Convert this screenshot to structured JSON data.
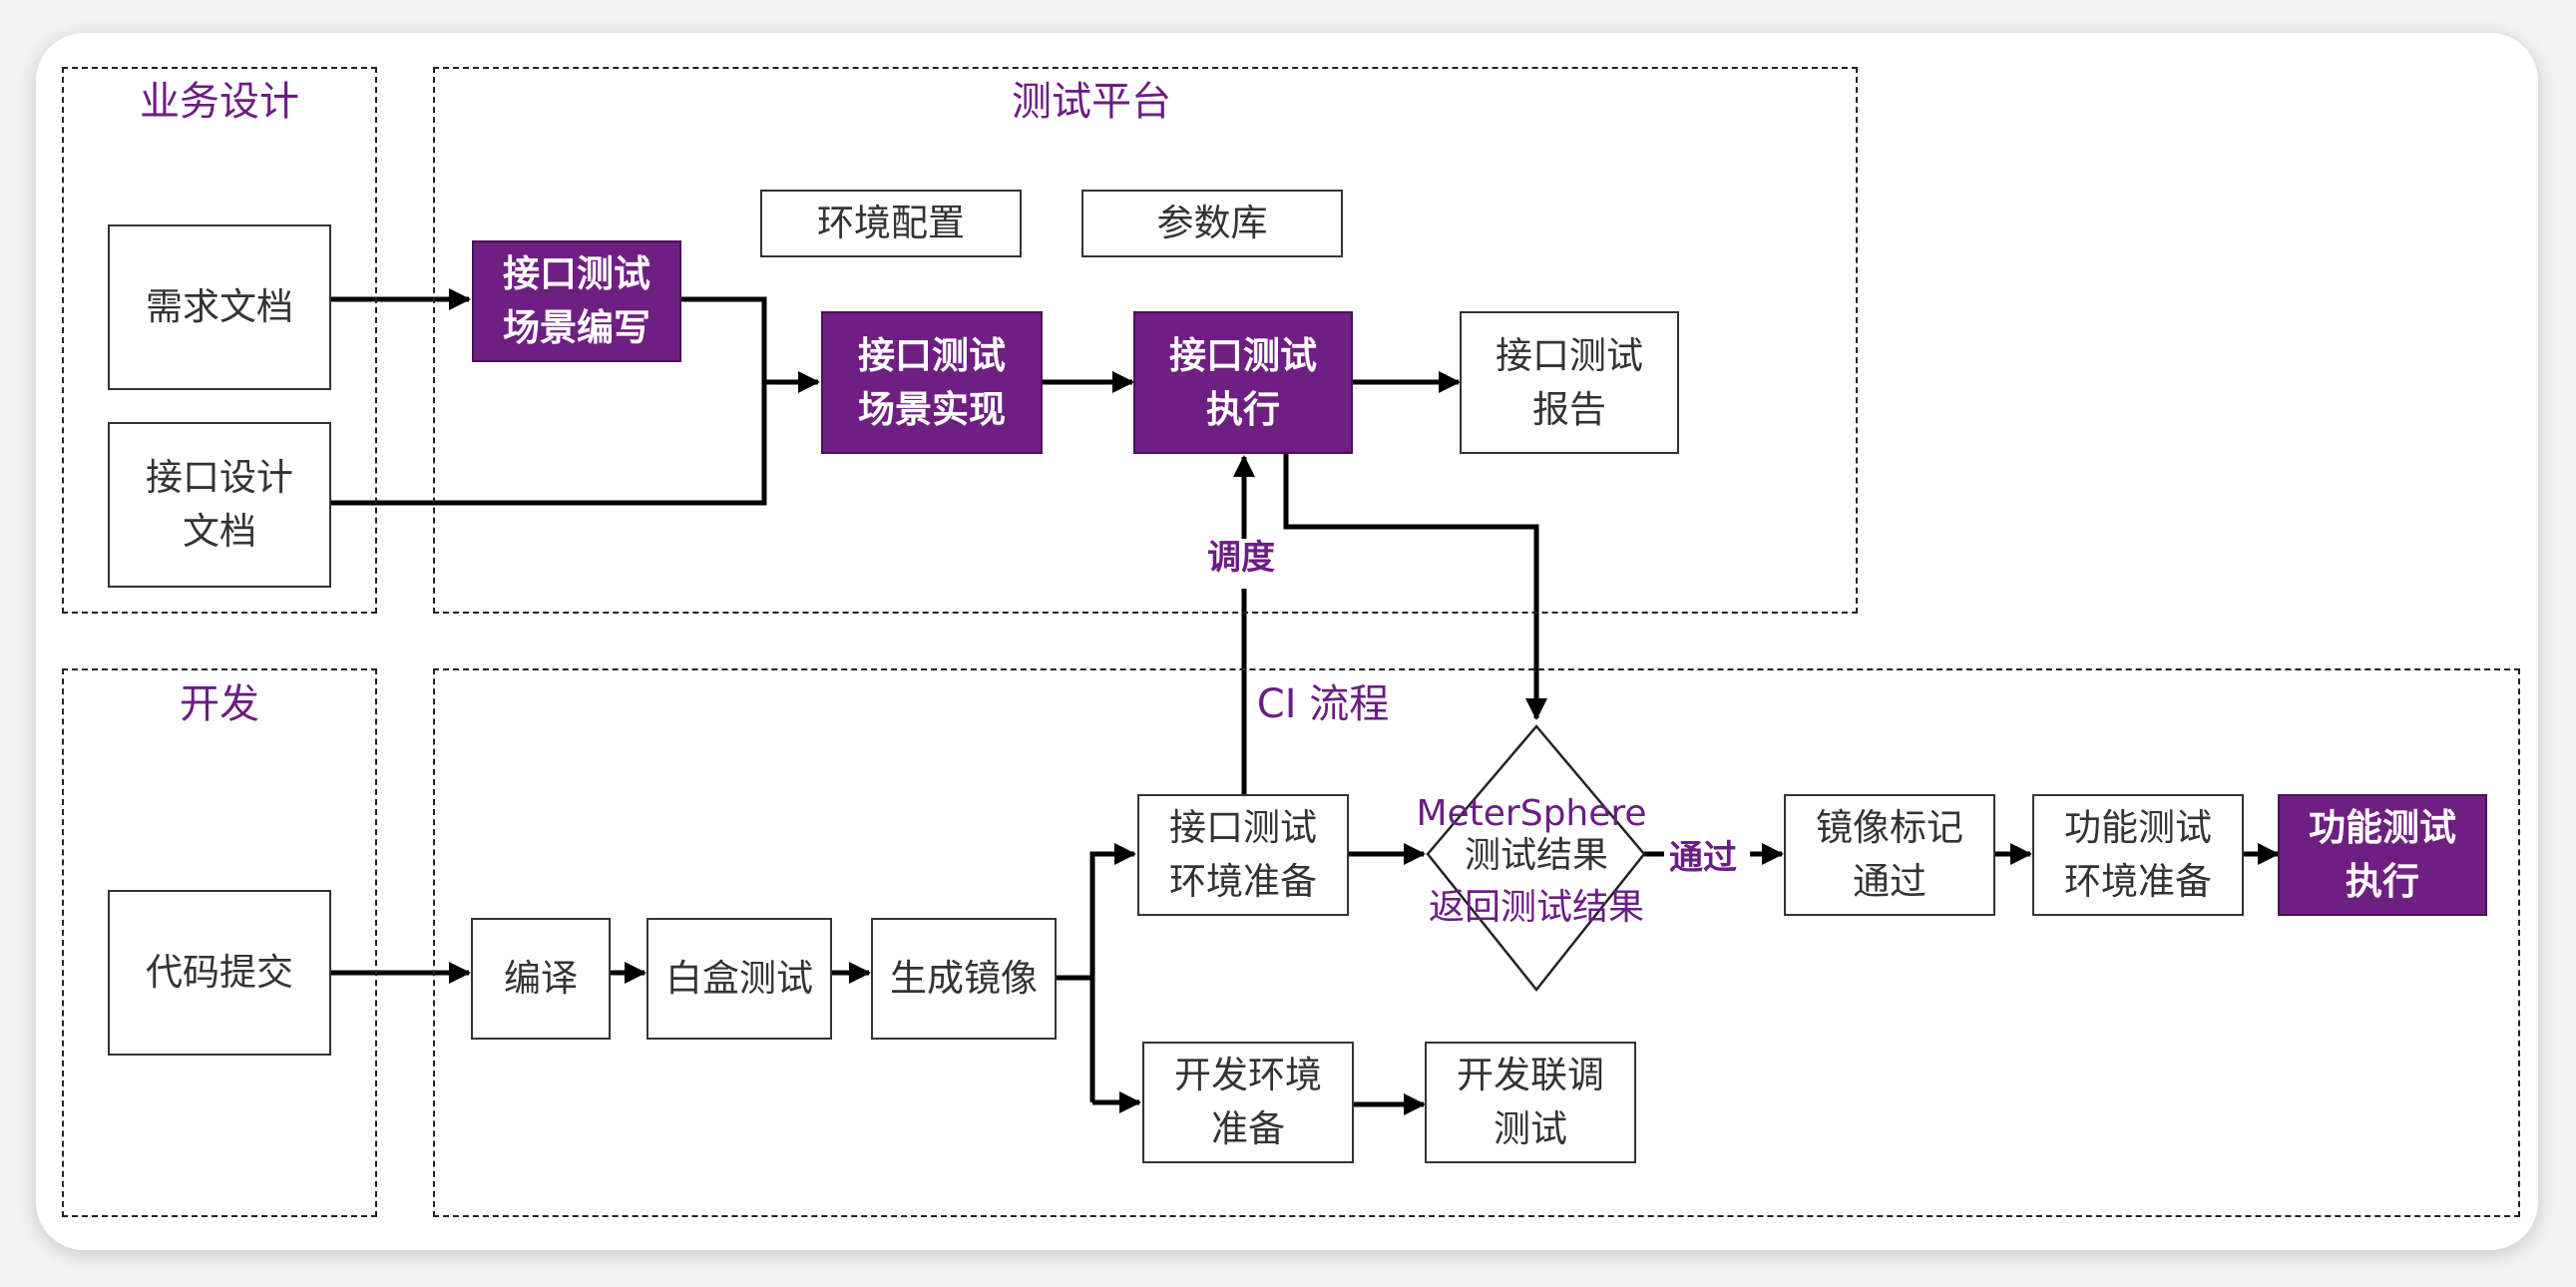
{
  "zones": {
    "business_design": "业务设计",
    "test_platform": "测试平台",
    "development": "开发",
    "ci_flow": "CI 流程"
  },
  "nodes": {
    "requirement_doc": "需求文档",
    "api_design_doc": "接口设计\n文档",
    "env_config": "环境配置",
    "param_library": "参数库",
    "scenario_write": "接口测试\n场景编写",
    "scenario_impl": "接口测试\n场景实现",
    "api_test_exec": "接口测试\n执行",
    "api_test_report": "接口测试\n报告",
    "code_commit": "代码提交",
    "compile": "编译",
    "whitebox_test": "白盒测试",
    "build_image": "生成镜像",
    "api_env_prep": "接口测试\n环境准备",
    "dev_env_prep": "开发环境\n准备",
    "dev_integration_test": "开发联调\n测试",
    "image_mark_pass": "镜像标记\n通过",
    "func_env_prep": "功能测试\n环境准备",
    "func_test_exec": "功能测试\n执行"
  },
  "decision": {
    "brand": "MeterSphere",
    "label": "测试结果",
    "return_text": "返回测试结果"
  },
  "edge_labels": {
    "schedule": "调度",
    "pass": "通过"
  },
  "colors": {
    "accent_purple": "#6e1f81",
    "text_purple": "#6b1d83",
    "line": "#000000"
  }
}
